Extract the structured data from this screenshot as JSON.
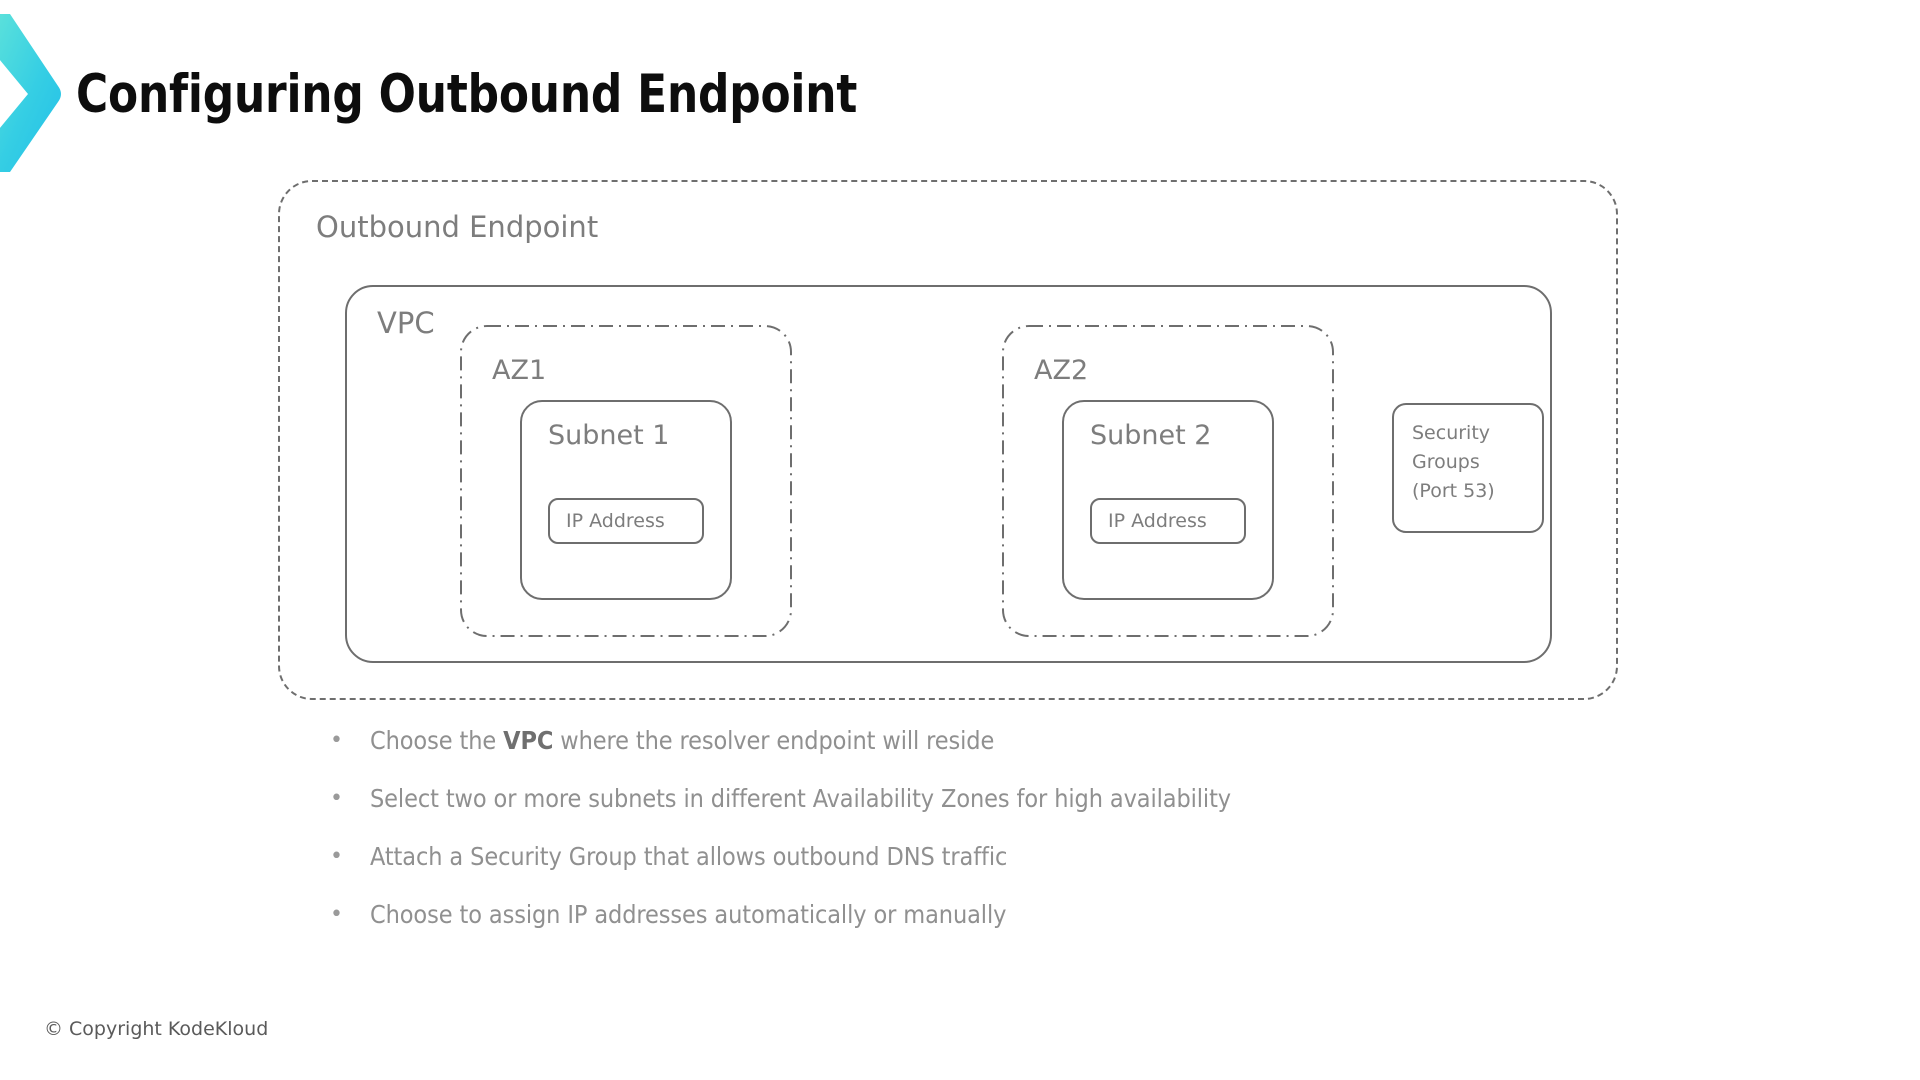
{
  "slide": {
    "title": "Configuring Outbound Endpoint",
    "footer": "© Copyright KodeKloud"
  },
  "brand": {
    "logo_icon": "chevron-logo-icon",
    "gradient_start": "#5FE3DA",
    "gradient_end": "#22BFE8"
  },
  "colors": {
    "title": "#0d0d0d",
    "diagram_stroke": "#6e6e6e",
    "diagram_text": "#7d7d7d",
    "bullet_text": "#909090",
    "footer_text": "#5a5a5a",
    "background": "#ffffff"
  },
  "diagram": {
    "outbound_endpoint": {
      "label": "Outbound Endpoint",
      "border_style": "dashed"
    },
    "vpc": {
      "label": "VPC",
      "border_style": "solid"
    },
    "availability_zones": [
      {
        "label": "AZ1",
        "border_style": "dash-dot",
        "subnet": {
          "label": "Subnet 1",
          "border_style": "solid",
          "ip": {
            "label": "IP Address",
            "border_style": "solid"
          }
        }
      },
      {
        "label": "AZ2",
        "border_style": "dash-dot",
        "subnet": {
          "label": "Subnet 2",
          "border_style": "solid",
          "ip": {
            "label": "IP Address",
            "border_style": "solid"
          }
        }
      }
    ],
    "security_groups": {
      "label": "Security\nGroups\n(Port 53)",
      "border_style": "solid"
    }
  },
  "bullets": [
    {
      "marker": "•",
      "pre": "Choose the ",
      "bold": "VPC",
      "post": " where the resolver endpoint will reside"
    },
    {
      "marker": "•",
      "pre": "Select two or more subnets in different Availability Zones for high availability",
      "bold": "",
      "post": ""
    },
    {
      "marker": "•",
      "pre": "Attach a Security Group that allows outbound DNS traffic",
      "bold": "",
      "post": ""
    },
    {
      "marker": "•",
      "pre": "Choose to assign IP addresses automatically or manually",
      "bold": "",
      "post": ""
    }
  ]
}
